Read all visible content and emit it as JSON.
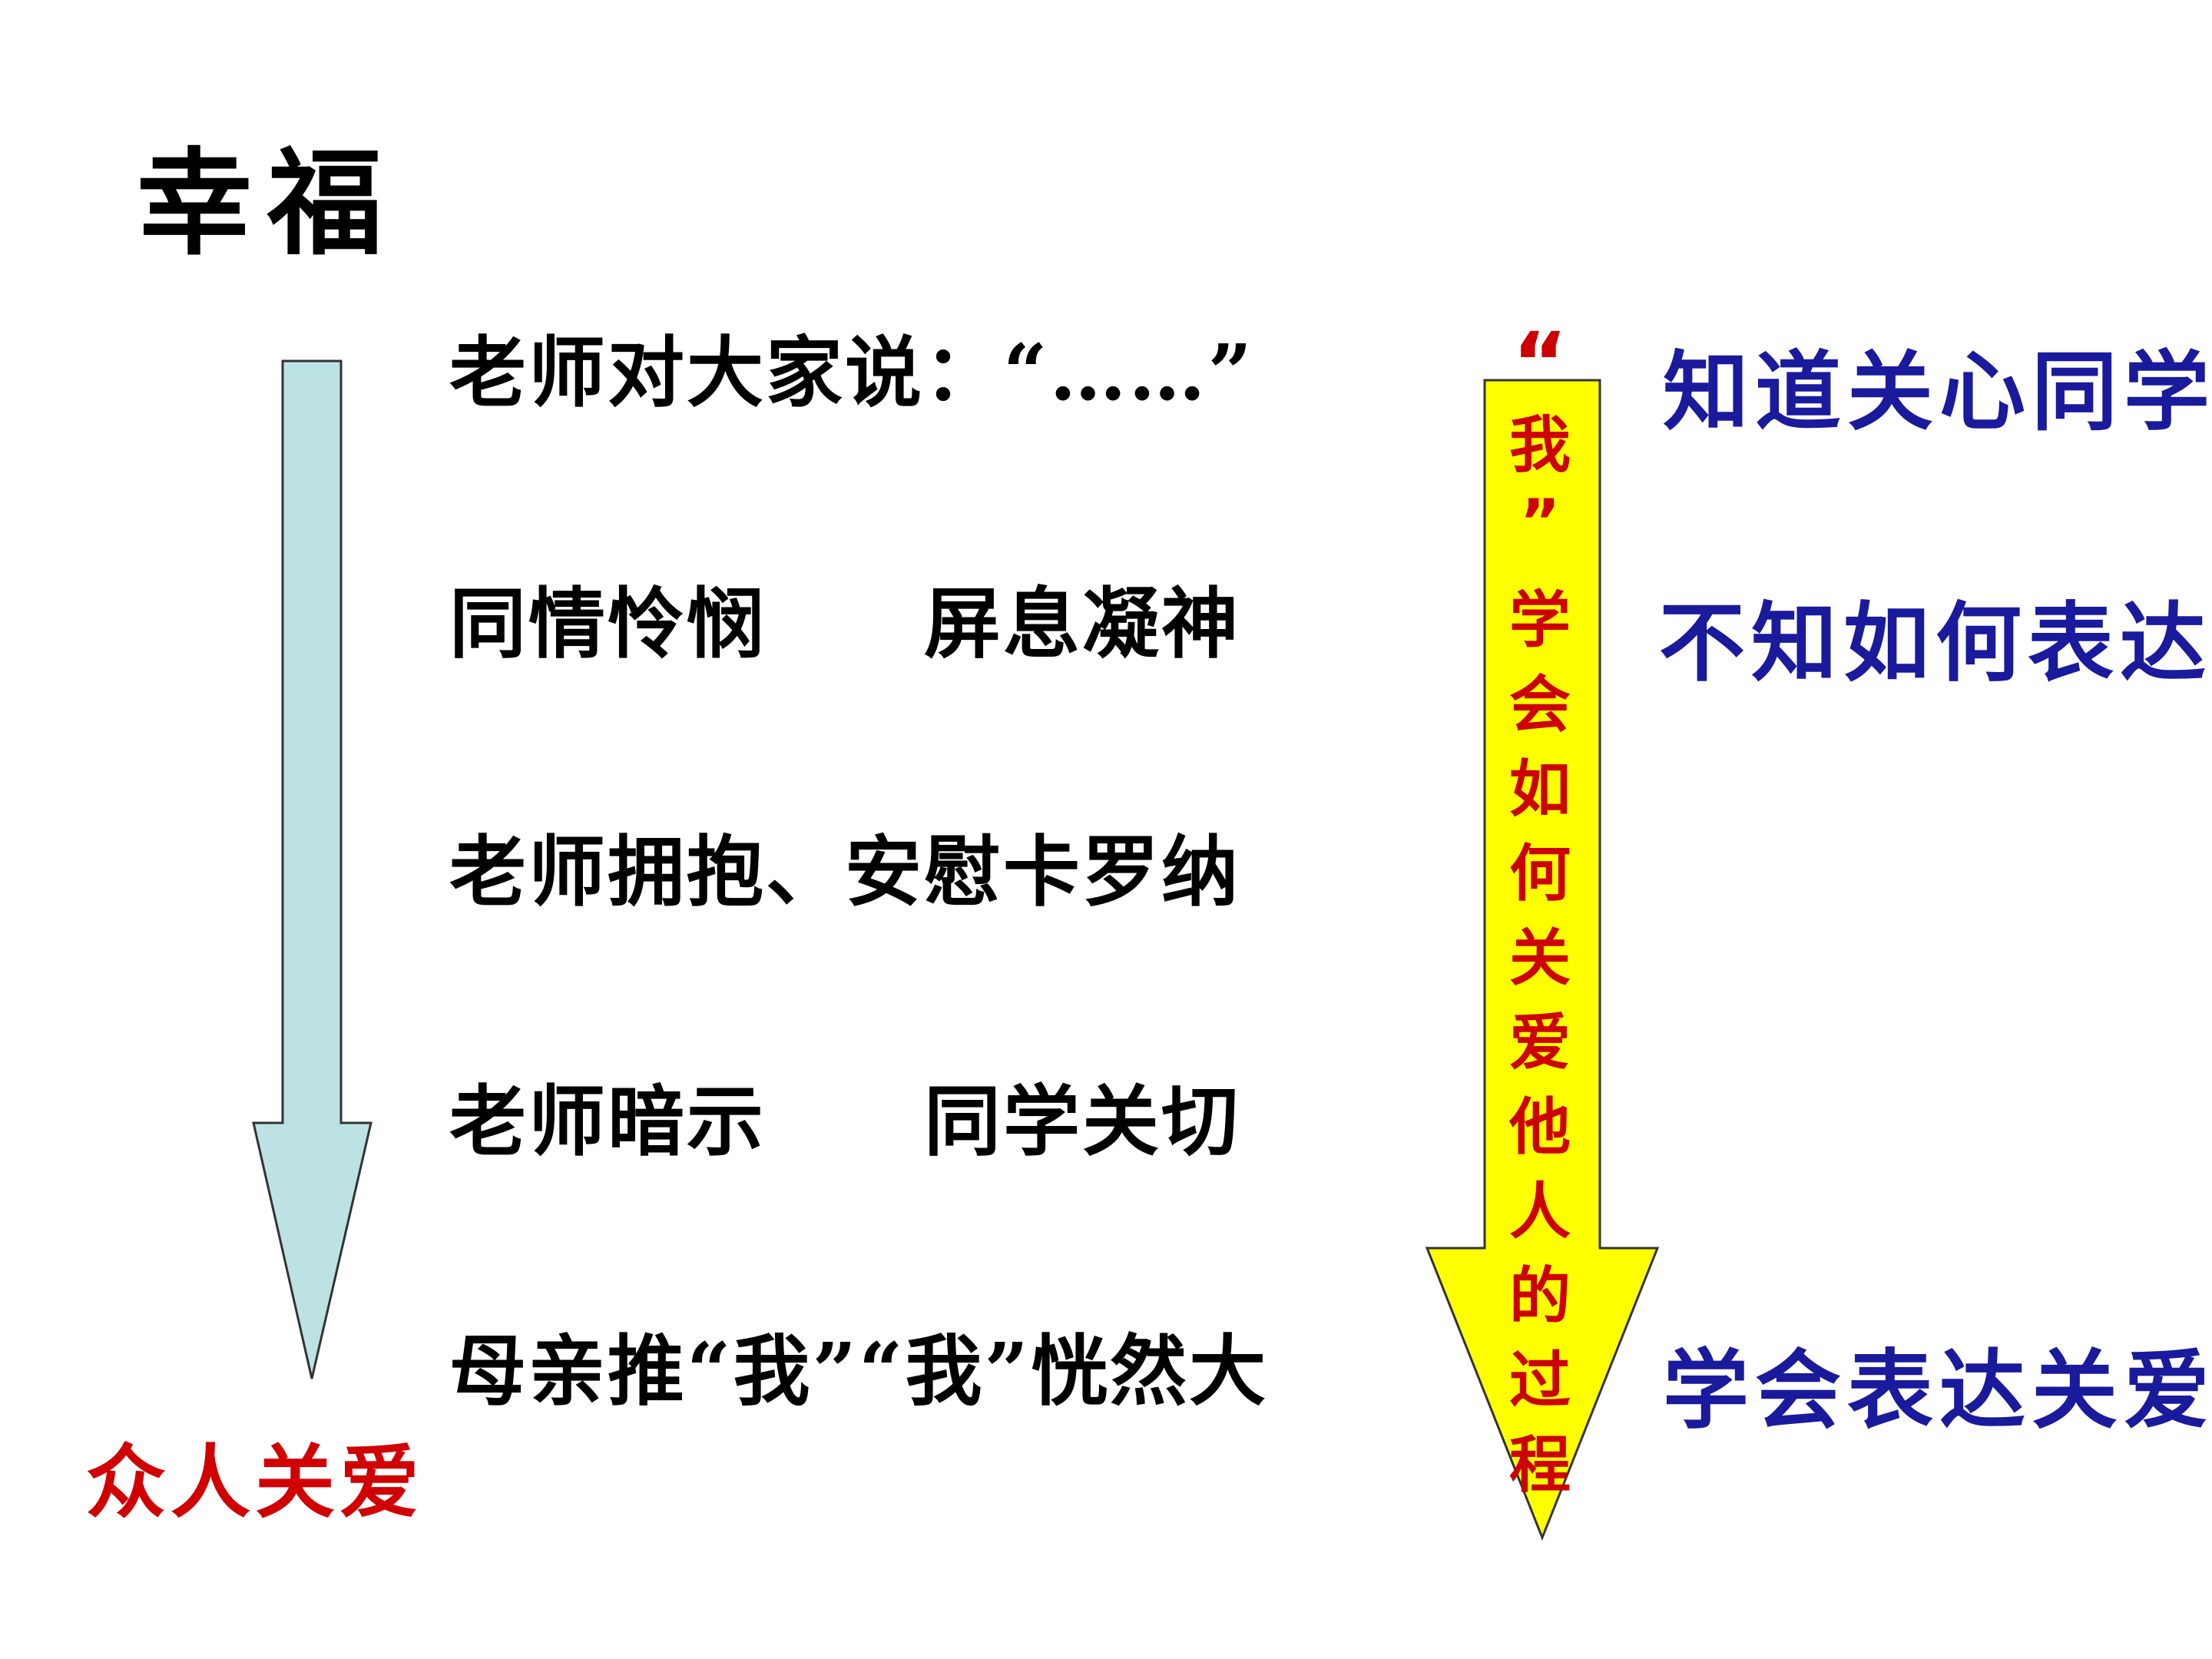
{
  "title": "幸福",
  "lines": [
    "老师对大家说：“……”",
    "同情怜悯　　屏息凝神",
    "老师拥抱、安慰卡罗纳",
    "老师暗示　　同学关切",
    "母亲推“我”“我”恍然大"
  ],
  "left_arrow_label": "众人关爱",
  "vertical_text": {
    "open_quote": "“",
    "chars": [
      "我",
      "”",
      "学",
      "会",
      "如",
      "何",
      "关",
      "爱",
      "他",
      "人",
      "的",
      "过",
      "程"
    ]
  },
  "right_labels": [
    "知道关心同学",
    "不知如何表达",
    "学会表达关爱"
  ],
  "colors": {
    "left_arrow_fill": "#bde2e4",
    "right_arrow_fill": "#ffff00",
    "vertical_text": "#cc0000",
    "right_text": "#1a1a9c",
    "bottom_label": "#d00000"
  }
}
